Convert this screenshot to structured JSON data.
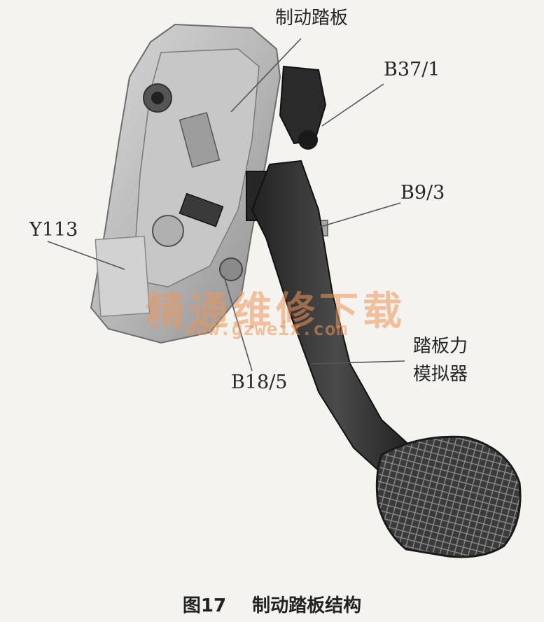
{
  "labels": {
    "brake_pedal": "制动踏板",
    "b37_1": "B37/1",
    "b9_3": "B9/3",
    "y113": "Y113",
    "b18_5": "B18/5",
    "pedal_simulator_line1": "踏板力",
    "pedal_simulator_line2": "模拟器"
  },
  "watermark": {
    "text": "精通维修下载",
    "url": "www.gzweix.com"
  },
  "caption": {
    "figure_number": "图17",
    "title": "制动踏板结构"
  },
  "colors": {
    "background": "#f4f3ef",
    "watermark": "#ec965a"
  }
}
